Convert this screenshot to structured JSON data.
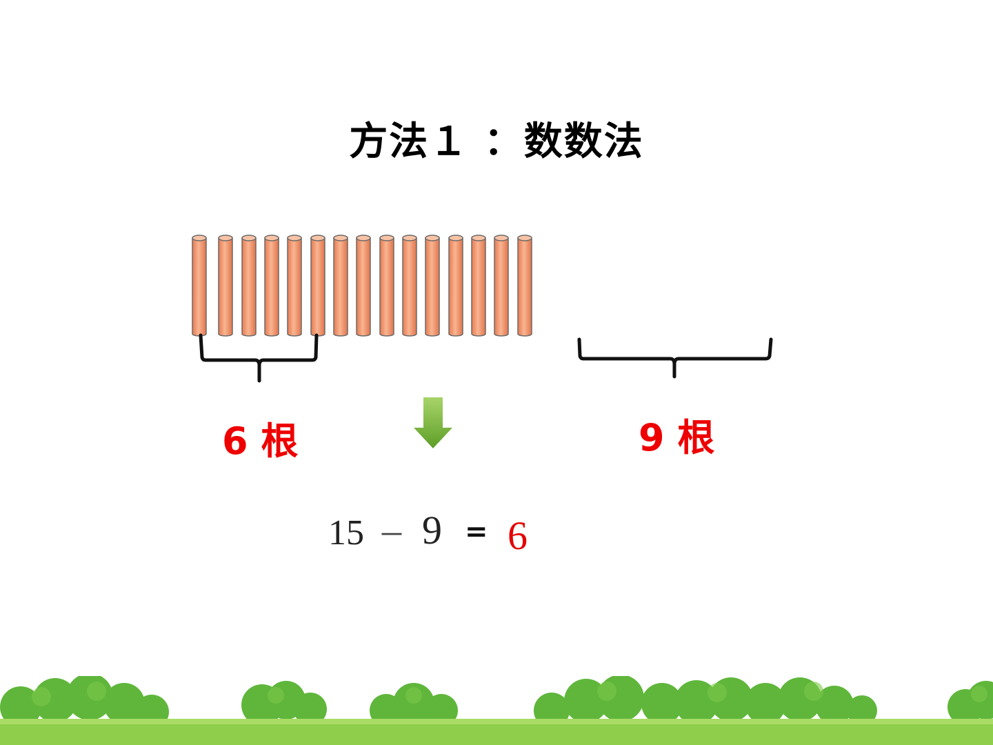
{
  "title": "方法１ ：数数法",
  "sticks": {
    "count": 15,
    "color": "#f0956d",
    "outline": "#6a6a6a"
  },
  "groups": [
    {
      "label": "6 根",
      "color": "#ee0000"
    },
    {
      "label": "9 根",
      "color": "#ee0000"
    }
  ],
  "arrow": {
    "color": "#7cb83a",
    "direction": "down"
  },
  "equation": {
    "minuend": "15",
    "minus": "－",
    "subtrahend": "9",
    "equals": "=",
    "result": "6",
    "result_color": "#e60000"
  },
  "scenery": {
    "bush_color": "#5fb63b",
    "grass_color": "#8fce4b"
  }
}
